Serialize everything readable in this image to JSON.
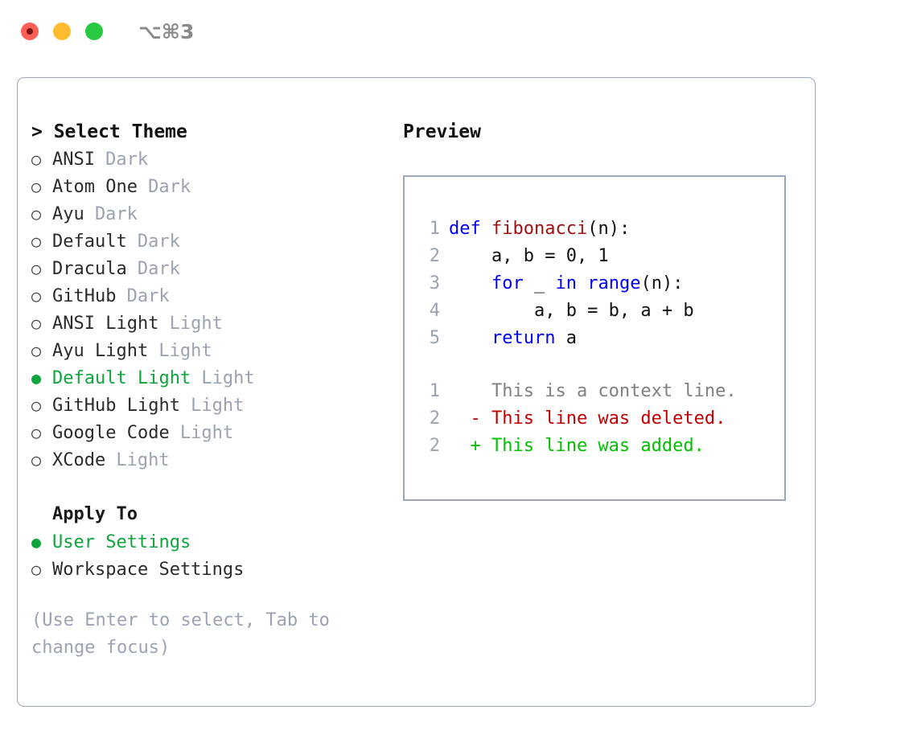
{
  "titlebar": {
    "shortcut": "⌥⌘3",
    "lights": [
      {
        "name": "close",
        "color": "#ff5f57"
      },
      {
        "name": "minimize",
        "color": "#febc2e"
      },
      {
        "name": "maximize",
        "color": "#28c840"
      }
    ]
  },
  "accent": {
    "selected_green": "#0fa53c",
    "muted_gray": "#9ba3b3",
    "border": "#9ba7b8"
  },
  "theme_picker": {
    "header": "> Select Theme",
    "bullet_unselected": "○",
    "bullet_selected": "●",
    "items": [
      {
        "name": "ANSI",
        "category": "Dark",
        "selected": false
      },
      {
        "name": "Atom One",
        "category": "Dark",
        "selected": false
      },
      {
        "name": "Ayu",
        "category": "Dark",
        "selected": false
      },
      {
        "name": "Default",
        "category": "Dark",
        "selected": false
      },
      {
        "name": "Dracula",
        "category": "Dark",
        "selected": false
      },
      {
        "name": "GitHub",
        "category": "Dark",
        "selected": false
      },
      {
        "name": "ANSI Light",
        "category": "Light",
        "selected": false
      },
      {
        "name": "Ayu Light",
        "category": "Light",
        "selected": false
      },
      {
        "name": "Default Light",
        "category": "Light",
        "selected": true
      },
      {
        "name": "GitHub Light",
        "category": "Light",
        "selected": false
      },
      {
        "name": "Google Code",
        "category": "Light",
        "selected": false
      },
      {
        "name": "XCode",
        "category": "Light",
        "selected": false
      }
    ]
  },
  "apply_to": {
    "header": "Apply To",
    "options": [
      {
        "name": "User Settings",
        "selected": true
      },
      {
        "name": "Workspace Settings",
        "selected": false
      }
    ]
  },
  "hint": "(Use Enter to select, Tab to change focus)",
  "preview": {
    "title": "Preview",
    "code_lines": [
      {
        "number": "1",
        "tokens": [
          {
            "text": "def ",
            "type": "kw"
          },
          {
            "text": "fibonacci",
            "type": "fn"
          },
          {
            "text": "(n):",
            "type": "plain"
          }
        ]
      },
      {
        "number": "2",
        "tokens": [
          {
            "text": "    a, b = 0, 1",
            "type": "plain"
          }
        ]
      },
      {
        "number": "3",
        "tokens": [
          {
            "text": "    ",
            "type": "plain"
          },
          {
            "text": "for",
            "type": "kw"
          },
          {
            "text": " _ ",
            "type": "plain"
          },
          {
            "text": "in",
            "type": "kw"
          },
          {
            "text": " ",
            "type": "plain"
          },
          {
            "text": "range",
            "type": "kw"
          },
          {
            "text": "(n):",
            "type": "plain"
          }
        ]
      },
      {
        "number": "4",
        "tokens": [
          {
            "text": "        a, b = b, a + b",
            "type": "plain"
          }
        ]
      },
      {
        "number": "5",
        "tokens": [
          {
            "text": "    ",
            "type": "plain"
          },
          {
            "text": "return",
            "type": "kw"
          },
          {
            "text": " a",
            "type": "plain"
          }
        ]
      }
    ],
    "diff_lines": [
      {
        "number": "1",
        "marker": "  ",
        "text": "This is a context line.",
        "type": "ctx"
      },
      {
        "number": "2",
        "marker": "- ",
        "text": "This line was deleted.",
        "type": "del"
      },
      {
        "number": "2",
        "marker": "+ ",
        "text": "This line was added.",
        "type": "add"
      }
    ]
  }
}
